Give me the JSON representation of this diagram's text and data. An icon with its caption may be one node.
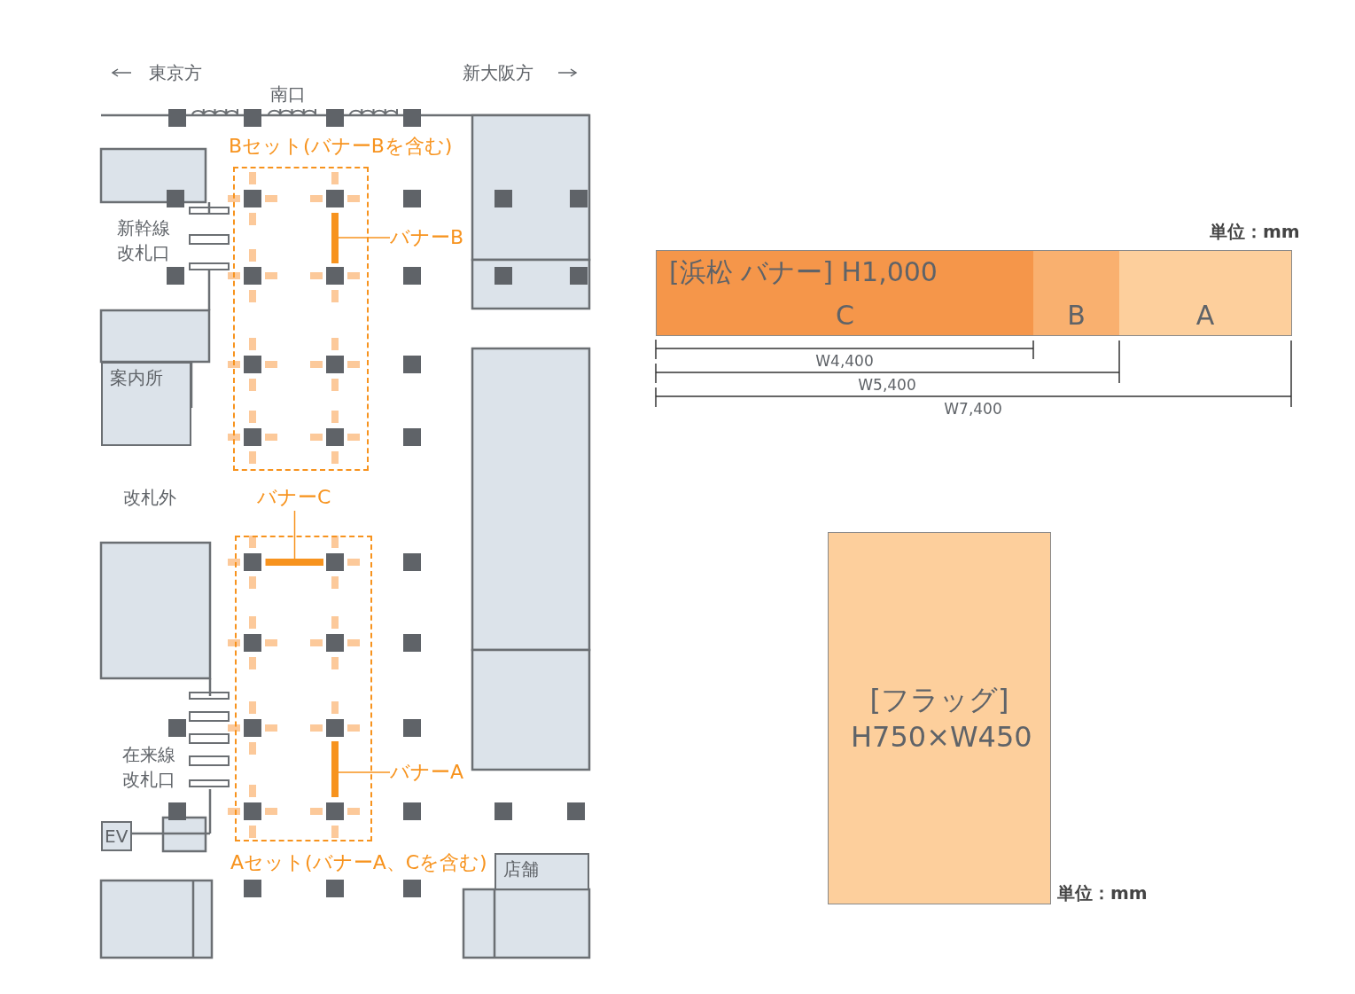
{
  "diagram": {
    "nodes": [
      {
        "text": [
          "Bセット(バナーBを含む)"
        ]
      },
      {
        "text": [],
        "shape": "bar",
        "in": 0
      },
      {
        "text": [
          "バナーB"
        ]
      },
      {
        "text": [
          "案内所"
        ]
      },
      {
        "text": [
          "Aセット(バナーA、Cを含む)"
        ]
      },
      {
        "text": [],
        "shape": "bar",
        "in": 4
      },
      {
        "text": [],
        "shape": "bar",
        "in": 4
      },
      {
        "text": [
          "バナーC"
        ]
      },
      {
        "text": [
          "バナーA"
        ]
      },
      {
        "text": [
          "EV"
        ]
      },
      {
        "text": [
          "店舗"
        ]
      },
      {
        "text": [
          "[浜松 バナー] H1,000",
          "C"
        ]
      },
      {
        "text": [
          "B"
        ]
      },
      {
        "text": [
          "A"
        ],
        "beside": [
          "単位：mm"
        ]
      },
      {
        "text": [
          "[フラッグ] H750×W450"
        ],
        "beside": [
          "単位：mm"
        ]
      }
    ],
    "edges": [
      {
        "from": 2,
        "to": 1,
        "arrow": "none"
      },
      {
        "from": 7,
        "to": 5,
        "arrow": "none"
      },
      {
        "from": 8,
        "to": 6,
        "arrow": "none"
      }
    ],
    "labels": [
      "東京方",
      "新大阪方",
      "南口",
      "新幹線改札口",
      "改札外",
      "在来線改札口",
      "W4,400",
      "W5,400",
      "W7,400"
    ]
  }
}
